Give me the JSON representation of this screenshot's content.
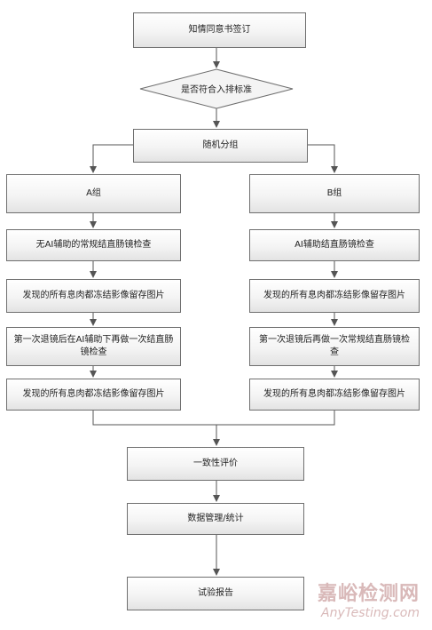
{
  "flowchart": {
    "consent": "知情同意书签订",
    "criteria": "是否符合入排标准",
    "randomize": "随机分组",
    "groupA": {
      "title": "A组",
      "step1": "无AI辅助的常规结直肠镜检查",
      "step2": "发现的所有息肉都冻结影像留存图片",
      "step3": "第一次退镜后在AI辅助下再做一次结直肠镜检查",
      "step4": "发现的所有息肉都冻结影像留存图片"
    },
    "groupB": {
      "title": "B组",
      "step1": "AI辅助结直肠镜检查",
      "step2": "发现的所有息肉都冻结影像留存图片",
      "step3": "第一次退镜后再做一次常规结直肠镜检查",
      "step4": "发现的所有息肉都冻结影像留存图片"
    },
    "consistency": "一致性评价",
    "data_mgmt": "数据管理/统计",
    "report": "试验报告"
  },
  "watermark": {
    "cn": "嘉峪检测网",
    "en": "AnyTesting.com"
  }
}
